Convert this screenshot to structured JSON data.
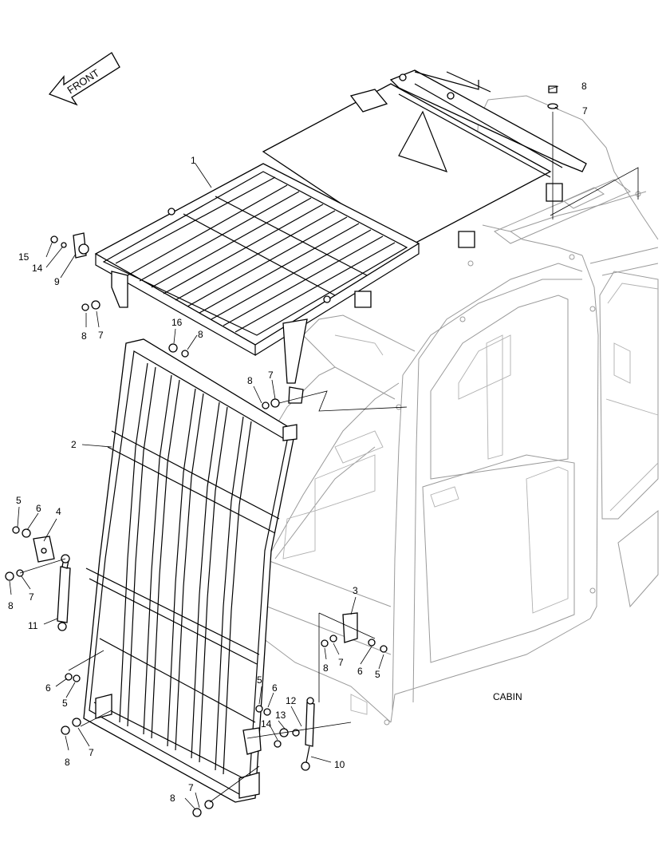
{
  "diagram": {
    "front_label": "FRONT",
    "cabin_label": "CABIN",
    "callouts": [
      {
        "id": "c1",
        "text": "1"
      },
      {
        "id": "c2",
        "text": "2"
      },
      {
        "id": "c3",
        "text": "3"
      },
      {
        "id": "c4",
        "text": "4"
      },
      {
        "id": "c5a",
        "text": "5"
      },
      {
        "id": "c5b",
        "text": "5"
      },
      {
        "id": "c5c",
        "text": "5"
      },
      {
        "id": "c5d",
        "text": "5"
      },
      {
        "id": "c6a",
        "text": "6"
      },
      {
        "id": "c6b",
        "text": "6"
      },
      {
        "id": "c6c",
        "text": "6"
      },
      {
        "id": "c6d",
        "text": "6"
      },
      {
        "id": "c7a",
        "text": "7"
      },
      {
        "id": "c7b",
        "text": "7"
      },
      {
        "id": "c7c",
        "text": "7"
      },
      {
        "id": "c7d",
        "text": "7"
      },
      {
        "id": "c7e",
        "text": "7"
      },
      {
        "id": "c7f",
        "text": "7"
      },
      {
        "id": "c7g",
        "text": "7"
      },
      {
        "id": "c8a",
        "text": "8"
      },
      {
        "id": "c8b",
        "text": "8"
      },
      {
        "id": "c8c",
        "text": "8"
      },
      {
        "id": "c8d",
        "text": "8"
      },
      {
        "id": "c8e",
        "text": "8"
      },
      {
        "id": "c8f",
        "text": "8"
      },
      {
        "id": "c8g",
        "text": "8"
      },
      {
        "id": "c8h",
        "text": "8"
      },
      {
        "id": "c9",
        "text": "9"
      },
      {
        "id": "c10",
        "text": "10"
      },
      {
        "id": "c11",
        "text": "11"
      },
      {
        "id": "c12",
        "text": "12"
      },
      {
        "id": "c13",
        "text": "13"
      },
      {
        "id": "c14a",
        "text": "14"
      },
      {
        "id": "c14b",
        "text": "14"
      },
      {
        "id": "c15",
        "text": "15"
      },
      {
        "id": "c16",
        "text": "16"
      }
    ]
  }
}
